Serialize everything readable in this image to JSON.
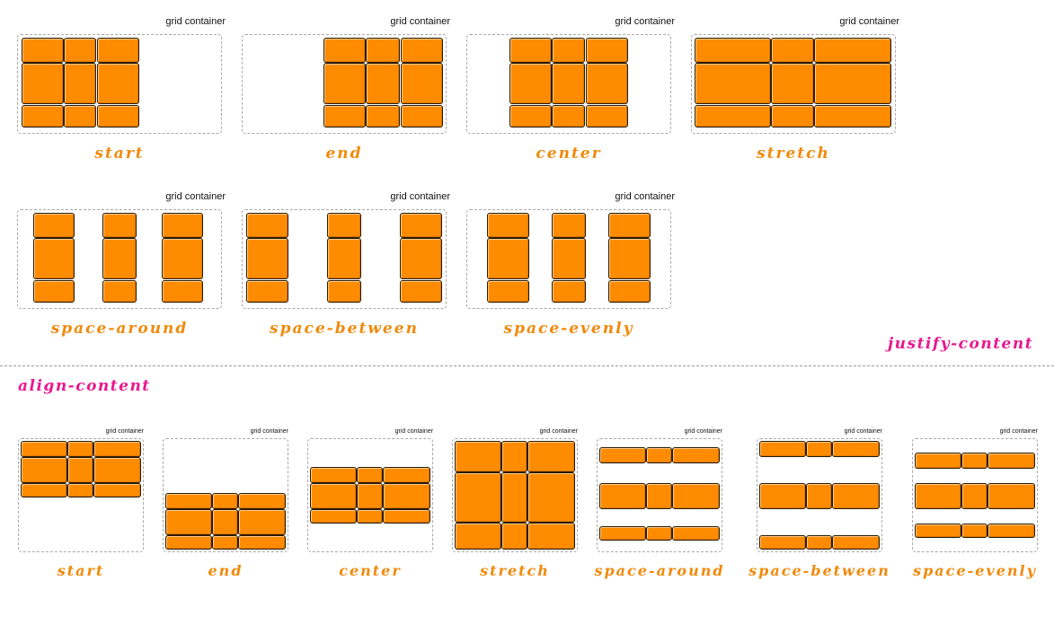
{
  "colors": {
    "cell": "#ff8c00",
    "caption": "#f08a0c",
    "heading": "#e8188f"
  },
  "container_label": "grid container",
  "justify_section": {
    "heading": "justify-content",
    "items": [
      {
        "caption": "start"
      },
      {
        "caption": "end"
      },
      {
        "caption": "center"
      },
      {
        "caption": "stretch"
      },
      {
        "caption": "space-around"
      },
      {
        "caption": "space-between"
      },
      {
        "caption": "space-evenly"
      }
    ]
  },
  "align_section": {
    "heading": "align-content",
    "items": [
      {
        "caption": "start"
      },
      {
        "caption": "end"
      },
      {
        "caption": "center"
      },
      {
        "caption": "stretch"
      },
      {
        "caption": "space-around"
      },
      {
        "caption": "space-between"
      },
      {
        "caption": "space-evenly"
      }
    ]
  }
}
